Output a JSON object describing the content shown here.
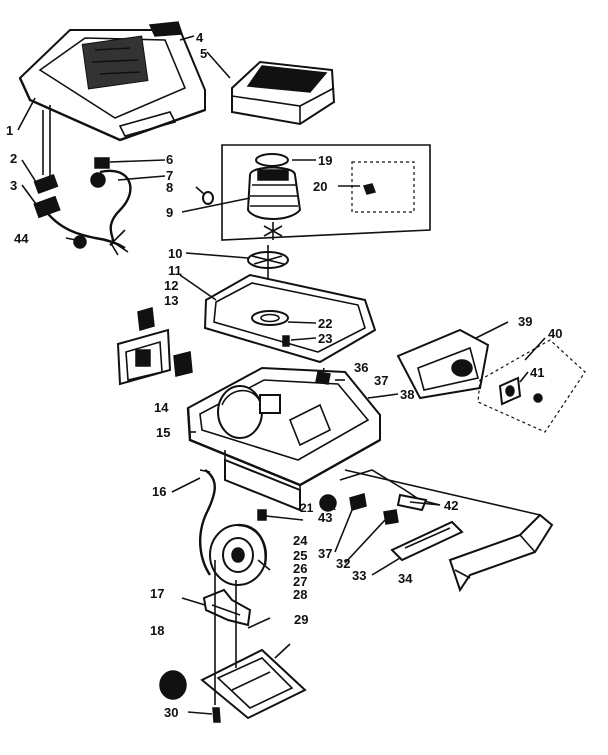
{
  "diagram": {
    "callouts": [
      {
        "id": "c1",
        "label": "1"
      },
      {
        "id": "c2",
        "label": "2"
      },
      {
        "id": "c3",
        "label": "3"
      },
      {
        "id": "c4",
        "label": "4"
      },
      {
        "id": "c5",
        "label": "5"
      },
      {
        "id": "c6",
        "label": "6"
      },
      {
        "id": "c7",
        "label": "7"
      },
      {
        "id": "c8",
        "label": "8"
      },
      {
        "id": "c9",
        "label": "9"
      },
      {
        "id": "c10",
        "label": "10"
      },
      {
        "id": "c11",
        "label": "11"
      },
      {
        "id": "c12",
        "label": "12"
      },
      {
        "id": "c13",
        "label": "13"
      },
      {
        "id": "c14",
        "label": "14"
      },
      {
        "id": "c15",
        "label": "15"
      },
      {
        "id": "c16",
        "label": "16"
      },
      {
        "id": "c17",
        "label": "17"
      },
      {
        "id": "c18",
        "label": "18"
      },
      {
        "id": "c19",
        "label": "19"
      },
      {
        "id": "c20",
        "label": "20"
      },
      {
        "id": "c21",
        "label": "21"
      },
      {
        "id": "c22",
        "label": "22"
      },
      {
        "id": "c23",
        "label": "23"
      },
      {
        "id": "c24",
        "label": "24"
      },
      {
        "id": "c25",
        "label": "25"
      },
      {
        "id": "c26",
        "label": "26"
      },
      {
        "id": "c27",
        "label": "27"
      },
      {
        "id": "c28",
        "label": "28"
      },
      {
        "id": "c29",
        "label": "29"
      },
      {
        "id": "c30",
        "label": "30"
      },
      {
        "id": "c32",
        "label": "32"
      },
      {
        "id": "c33",
        "label": "33"
      },
      {
        "id": "c34",
        "label": "34"
      },
      {
        "id": "c36",
        "label": "36"
      },
      {
        "id": "c37a",
        "label": "37"
      },
      {
        "id": "c37b",
        "label": "37"
      },
      {
        "id": "c38",
        "label": "38"
      },
      {
        "id": "c39",
        "label": "39"
      },
      {
        "id": "c40",
        "label": "40"
      },
      {
        "id": "c41",
        "label": "41"
      },
      {
        "id": "c42",
        "label": "42"
      },
      {
        "id": "c43",
        "label": "43"
      },
      {
        "id": "c44",
        "label": "44"
      }
    ]
  }
}
